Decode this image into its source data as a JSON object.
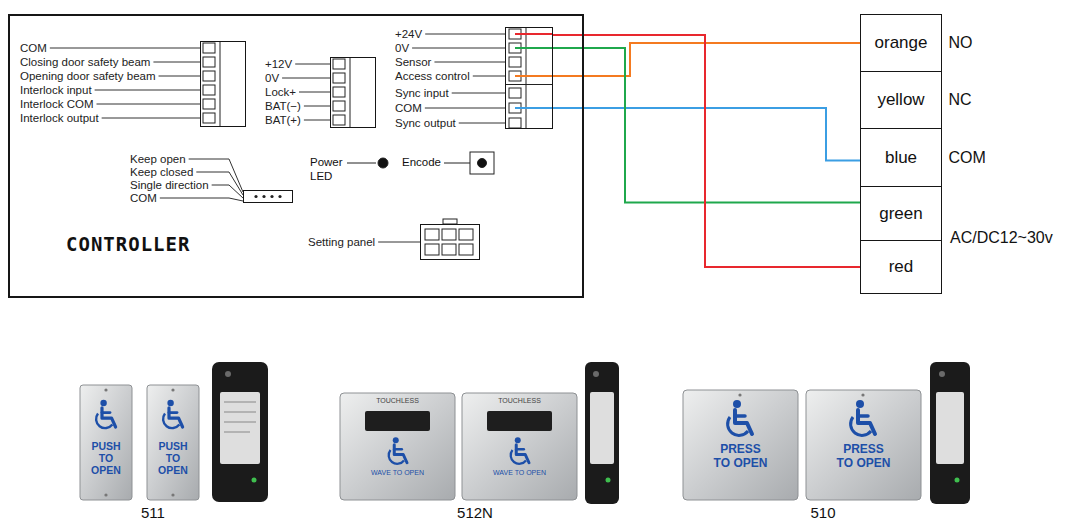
{
  "diagram": {
    "nodes": [
      {
        "text": [
          "CONTROLLER"
        ]
      },
      {
        "text": [
          "COM",
          "Closing door safety beam",
          "Opening door safety beam",
          "Interlock input",
          "Interlock COM",
          "Interlock output"
        ],
        "in": 0
      },
      {
        "text": [
          "+12V",
          "0V",
          "Lock+",
          "BAT(−)",
          "BAT(+)"
        ],
        "in": 0
      },
      {
        "text": [
          "+24V",
          "0V",
          "Sensor",
          "Access control",
          "Sync input",
          "COM",
          "Sync output"
        ],
        "in": 0
      },
      {
        "text": [
          "Keep open",
          "Keep closed",
          "Single direction",
          "COM"
        ],
        "in": 0
      },
      {
        "text": [
          "Setting panel"
        ],
        "in": 0
      },
      {
        "text": [
          "orange",
          "NO"
        ]
      },
      {
        "text": [
          "yellow",
          "NC"
        ]
      },
      {
        "text": [
          "blue",
          "COM"
        ]
      },
      {
        "text": [
          "green"
        ]
      },
      {
        "text": [
          "red"
        ]
      }
    ],
    "edges": [
      {
        "from": 3,
        "to": 6,
        "arrow": "none"
      },
      {
        "from": 3,
        "to": 8,
        "arrow": "none"
      },
      {
        "from": 3,
        "to": 9,
        "arrow": "none"
      },
      {
        "from": 3,
        "to": 10,
        "arrow": "none"
      }
    ],
    "labels": [
      "Power",
      "LED",
      "Encode",
      "AC/DC12~30v",
      "PUSH TO OPEN",
      "PUSH TO OPEN",
      "511",
      "TOUCHLESS",
      "WAVE TO OPEN",
      "TOUCHLESS",
      "WAVE TO OPEN",
      "512N",
      "PRESS TO OPEN",
      "PRESS TO OPEN",
      "510"
    ]
  }
}
